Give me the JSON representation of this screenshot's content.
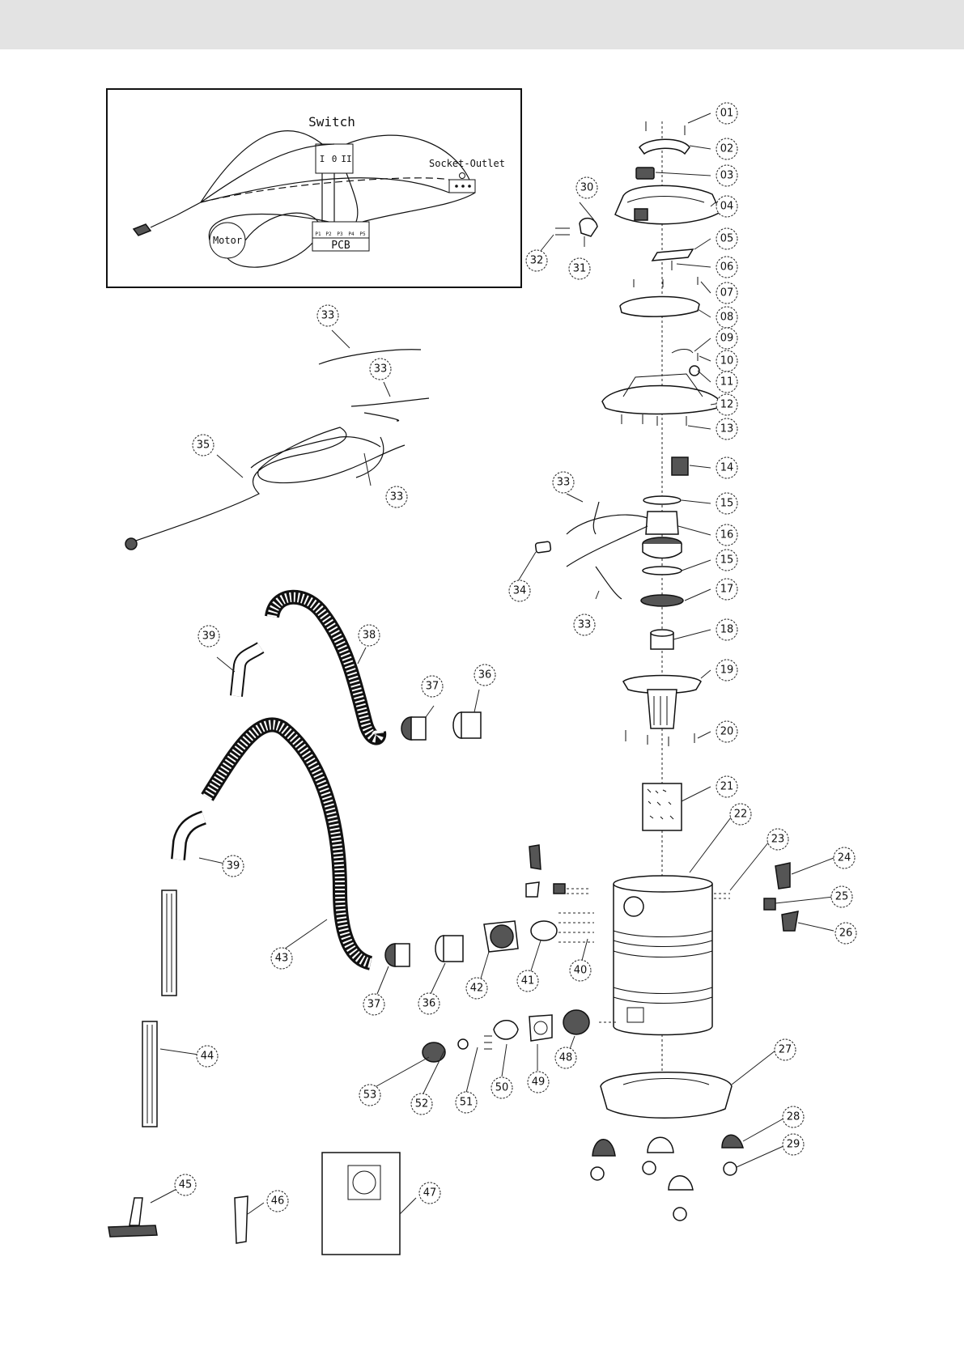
{
  "wiring": {
    "switch_label": "Switch",
    "switch_positions": [
      "I",
      "0",
      "II"
    ],
    "socket_label": "Socket-Outlet",
    "motor_label": "Motor",
    "pcb_label": "PCB",
    "pcb_pins": [
      "P1",
      "P2",
      "P3",
      "P4",
      "P5"
    ]
  },
  "callouts": [
    {
      "id": "c01",
      "label": "01"
    },
    {
      "id": "c02",
      "label": "02"
    },
    {
      "id": "c03",
      "label": "03"
    },
    {
      "id": "c04",
      "label": "04"
    },
    {
      "id": "c05",
      "label": "05"
    },
    {
      "id": "c06",
      "label": "06"
    },
    {
      "id": "c07",
      "label": "07"
    },
    {
      "id": "c08",
      "label": "08"
    },
    {
      "id": "c09",
      "label": "09"
    },
    {
      "id": "c10",
      "label": "10"
    },
    {
      "id": "c11",
      "label": "11"
    },
    {
      "id": "c12",
      "label": "12"
    },
    {
      "id": "c13",
      "label": "13"
    },
    {
      "id": "c14",
      "label": "14"
    },
    {
      "id": "c15a",
      "label": "15"
    },
    {
      "id": "c16",
      "label": "16"
    },
    {
      "id": "c15b",
      "label": "15"
    },
    {
      "id": "c17",
      "label": "17"
    },
    {
      "id": "c18",
      "label": "18"
    },
    {
      "id": "c19",
      "label": "19"
    },
    {
      "id": "c20",
      "label": "20"
    },
    {
      "id": "c21",
      "label": "21"
    },
    {
      "id": "c22",
      "label": "22"
    },
    {
      "id": "c23",
      "label": "23"
    },
    {
      "id": "c24",
      "label": "24"
    },
    {
      "id": "c25",
      "label": "25"
    },
    {
      "id": "c26",
      "label": "26"
    },
    {
      "id": "c27",
      "label": "27"
    },
    {
      "id": "c28",
      "label": "28"
    },
    {
      "id": "c29",
      "label": "29"
    },
    {
      "id": "c30",
      "label": "30"
    },
    {
      "id": "c31",
      "label": "31"
    },
    {
      "id": "c32",
      "label": "32"
    },
    {
      "id": "c33a",
      "label": "33"
    },
    {
      "id": "c33b",
      "label": "33"
    },
    {
      "id": "c33c",
      "label": "33"
    },
    {
      "id": "c33d",
      "label": "33"
    },
    {
      "id": "c33e",
      "label": "33"
    },
    {
      "id": "c34",
      "label": "34"
    },
    {
      "id": "c35",
      "label": "35"
    },
    {
      "id": "c36a",
      "label": "36"
    },
    {
      "id": "c37a",
      "label": "37"
    },
    {
      "id": "c38",
      "label": "38"
    },
    {
      "id": "c39a",
      "label": "39"
    },
    {
      "id": "c39b",
      "label": "39"
    },
    {
      "id": "c43",
      "label": "43"
    },
    {
      "id": "c37b",
      "label": "37"
    },
    {
      "id": "c36b",
      "label": "36"
    },
    {
      "id": "c42",
      "label": "42"
    },
    {
      "id": "c41",
      "label": "41"
    },
    {
      "id": "c40",
      "label": "40"
    },
    {
      "id": "c44",
      "label": "44"
    },
    {
      "id": "c45",
      "label": "45"
    },
    {
      "id": "c46",
      "label": "46"
    },
    {
      "id": "c47",
      "label": "47"
    },
    {
      "id": "c48",
      "label": "48"
    },
    {
      "id": "c49",
      "label": "49"
    },
    {
      "id": "c50",
      "label": "50"
    },
    {
      "id": "c51",
      "label": "51"
    },
    {
      "id": "c52",
      "label": "52"
    },
    {
      "id": "c53",
      "label": "53"
    }
  ]
}
